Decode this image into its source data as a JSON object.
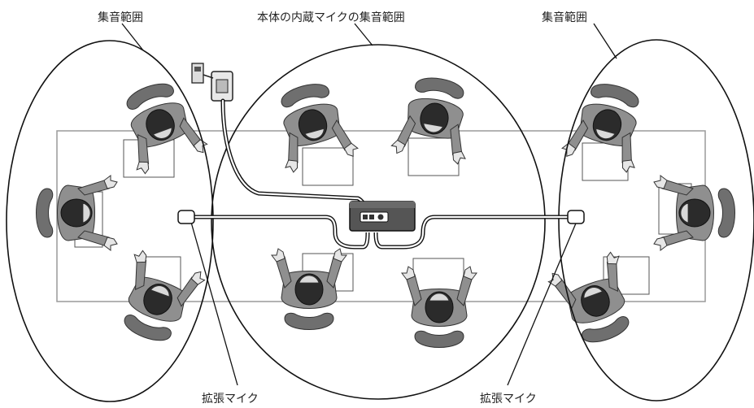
{
  "labels": {
    "pickup_left": "集音範囲",
    "pickup_center": "本体の内蔵マイクの集音範囲",
    "pickup_right": "集音範囲",
    "ext_mic_left": "拡張マイク",
    "ext_mic_right": "拡張マイク"
  },
  "colors": {
    "line": "#111111",
    "table_edge": "#9a9a9a",
    "chair": "#6f6f6f",
    "suit": "#8f8f8f",
    "hair": "#2b2b2b",
    "skin": "#d9d9d9",
    "device": "#555555"
  },
  "icons": {
    "power_adapter": "power-adapter-icon",
    "main_unit": "speakerphone-unit-icon",
    "ext_mic": "extension-mic-icon"
  }
}
